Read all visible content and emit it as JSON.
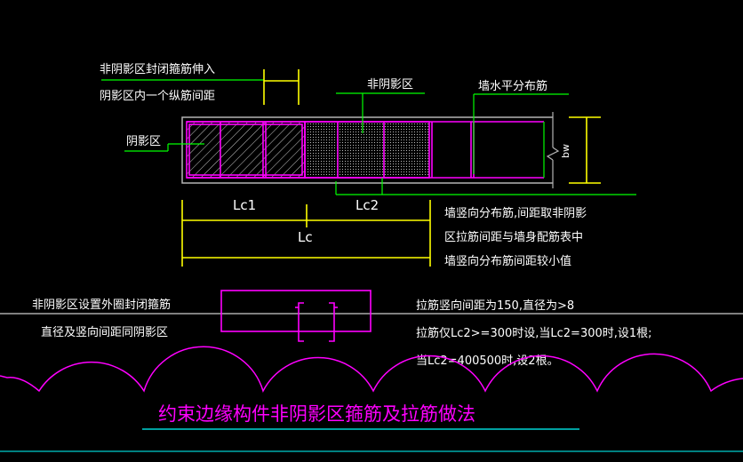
{
  "labels": {
    "stirrup_extend_line1": "非阴影区封闭箍筋伸入",
    "stirrup_extend_line2": "阴影区内一个纵筋间距",
    "non_shadow_zone": "非阴影区",
    "wall_horizontal_bar": "墙水平分布筋",
    "shadow_zone": "阴影区",
    "bw": "bw",
    "lc1": "Lc1",
    "lc2": "Lc2",
    "lc": "Lc",
    "vertical_bar_line1": "墙竖向分布筋,间距取非阴影",
    "vertical_bar_line2": "区拉筋间距与墙身配筋表中",
    "vertical_bar_line3": "墙竖向分布筋间距较小值",
    "outer_stirrup_line1": "非阴影区设置外圈封闭箍筋",
    "outer_stirrup_line2": "直径及竖向间距同阴影区",
    "tie_line1": "拉筋竖向间距为150,直径为>8",
    "tie_line2": "拉筋仅Lc2>=300时设,当Lc2=300时,设1根;",
    "tie_line3": "当Lc2=400500时,设2根。",
    "title": "约束边缘构件非阴影区箍筋及拉筋做法"
  },
  "colors": {
    "background": "#000000",
    "text": "#ffffff",
    "magenta": "#ff00ff",
    "green": "#00ff00",
    "yellow": "#ffff00",
    "cyan": "#00ffff",
    "grey": "#b4b4b4"
  }
}
